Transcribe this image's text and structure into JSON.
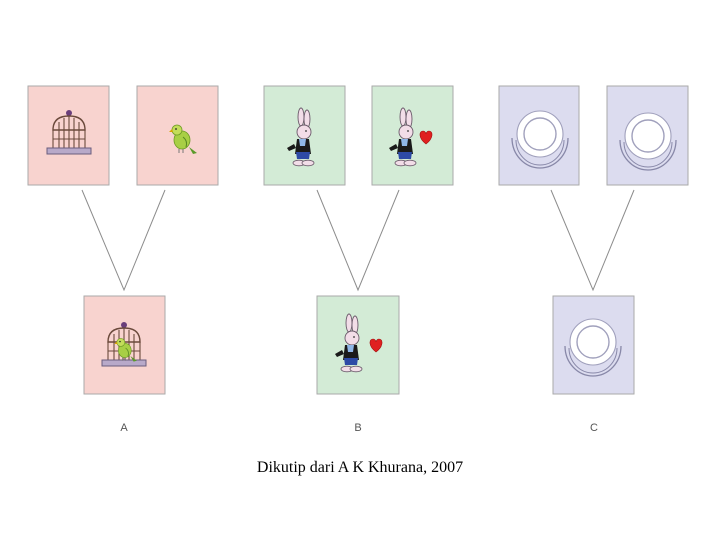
{
  "colors": {
    "panel_a": "#f8d3cf",
    "panel_b": "#d3ebd6",
    "panel_c": "#dcdcef",
    "connector": "#8c8c8c"
  },
  "groups": [
    {
      "label": "A",
      "left_icon": "birdcage-icon",
      "right_icon": "green-bird-icon",
      "result_icon": "bird-in-cage-icon"
    },
    {
      "label": "B",
      "left_icon": "rabbit-icon",
      "right_icon": "rabbit-with-heart-icon",
      "result_icon": "rabbit-with-heart-icon"
    },
    {
      "label": "C",
      "left_icon": "plate-ring-icon",
      "right_icon": "plate-ring-icon",
      "result_icon": "plate-ring-icon"
    }
  ],
  "caption": "Dikutip dari A K Khurana, 2007"
}
